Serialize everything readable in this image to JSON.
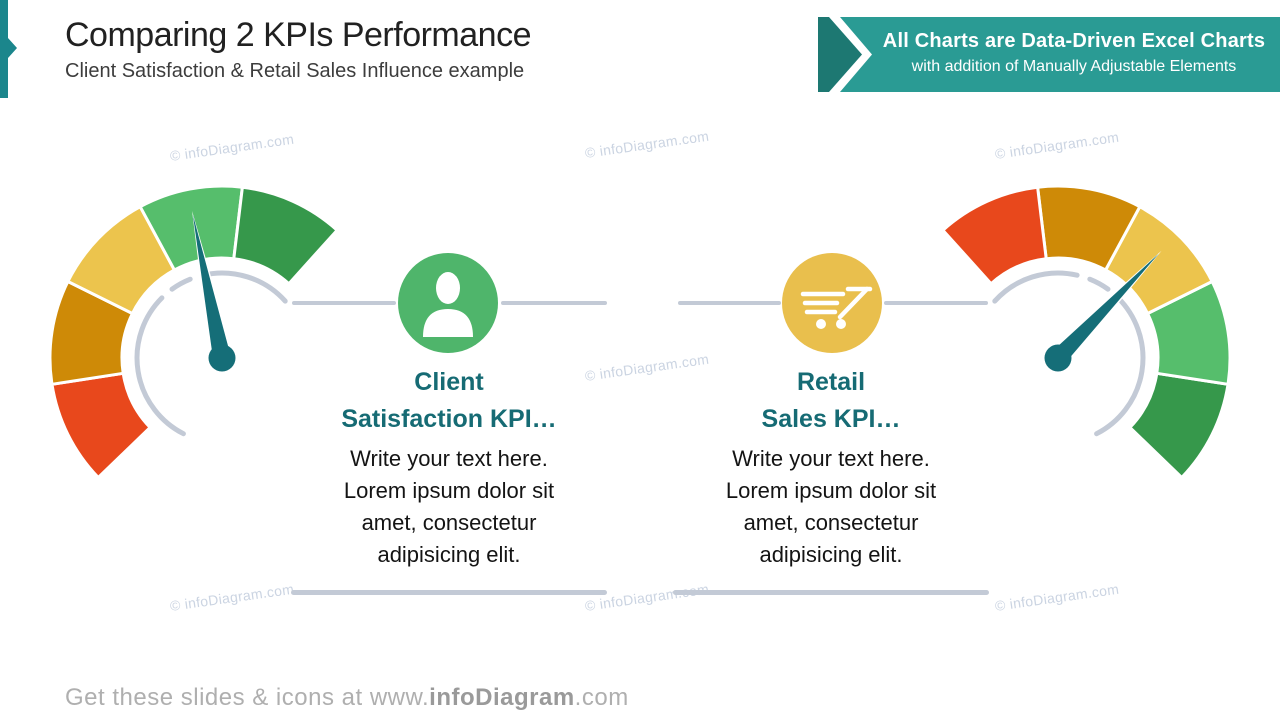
{
  "slide": {
    "title": "Comparing 2 KPIs Performance",
    "subtitle": "Client Satisfaction & Retail Sales Influence example",
    "accent_color": "#1B868C"
  },
  "banner": {
    "line1": "All Charts are Data-Driven Excel Charts",
    "line2": "with addition of Manually Adjustable Elements",
    "bg_color": "#2A9B94",
    "dark_chevron_color": "#1D7872",
    "text_color": "#FFFFFF"
  },
  "gauges": {
    "segment_colors": {
      "red": "#E8481C",
      "orange": "#CE8A07",
      "gold": "#ECC44D",
      "light_green": "#56BE6C",
      "dark_green": "#36984B"
    },
    "needle_color": "#156E78",
    "scale_arc_color": "#C3CAD6",
    "left": {
      "label": "client-satisfaction-gauge",
      "needle_zone": "light-green",
      "needle_position": 0.7
    },
    "right": {
      "label": "retail-sales-gauge",
      "needle_zone": "gold",
      "needle_position": 0.49
    }
  },
  "kpi_left": {
    "heading_line1": "Client",
    "heading_line2": "Satisfaction KPI…",
    "body_lines": [
      "Write your text here.",
      "Lorem ipsum dolor sit",
      "amet, consectetur",
      "adipisicing elit."
    ],
    "icon_bg": "#4FB56B"
  },
  "kpi_right": {
    "heading_line1": "Retail",
    "heading_line2": "Sales KPI…",
    "body_lines": [
      "Write your text here.",
      "Lorem ipsum dolor sit",
      "amet, consectetur",
      "adipisicing elit."
    ],
    "icon_bg": "#E9BF4D"
  },
  "watermark": "© infoDiagram.com",
  "footer": {
    "prefix": "Get these slides & icons at www.",
    "bold": "infoDiagram",
    "suffix": ".com"
  }
}
